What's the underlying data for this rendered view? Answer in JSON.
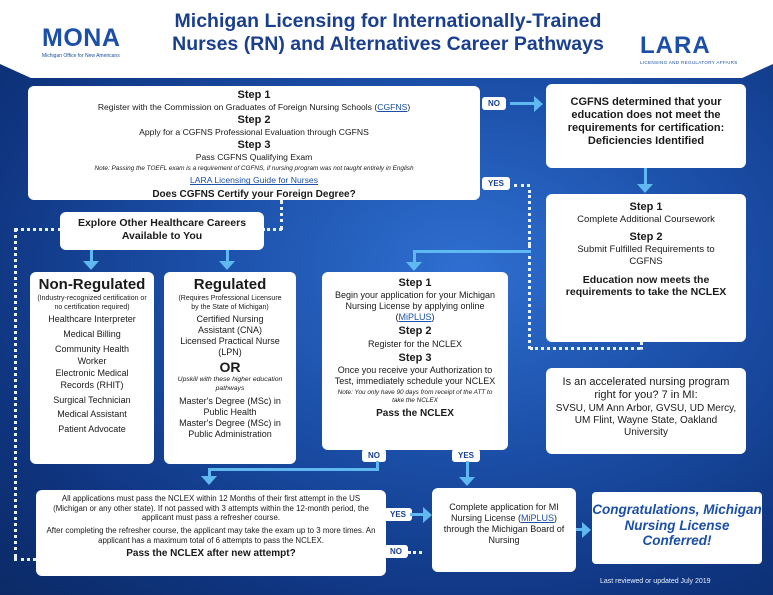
{
  "header": {
    "title": "Michigan Licensing for Internationally-Trained Nurses (RN) and Alternatives Career Pathways",
    "mona_logo": "MONA",
    "mona_sub": "Michigan Office for New Americans",
    "lara_logo": "LARA",
    "lara_sub": "LICENSING AND REGULATORY AFFAIRS"
  },
  "cgfns": {
    "step1_label": "Step 1",
    "step1_text": "Register with the Commission on Graduates of Foreign Nursing Schools (",
    "step1_link": "CGFNS",
    "step1_end": ")",
    "step2_label": "Step 2",
    "step2_text": "Apply for a CGFNS Professional Evaluation through CGFNS",
    "step3_label": "Step 3",
    "step3_text": "Pass CGFNS Qualifying Exam",
    "note": "Note: Passing the TOEFL exam is a requirement of CGFNS, if nursing program was not taught entirely in English",
    "guide_link": "LARA Licensing Guide for Nurses",
    "question": "Does CGFNS Certify your Foreign Degree?"
  },
  "labels": {
    "no": "NO",
    "yes": "YES"
  },
  "deficiency": {
    "text": "CGFNS determined that your education does not meet the requirements for certification: Deficiencies Identified"
  },
  "additional": {
    "step1_label": "Step 1",
    "step1_text": "Complete Additional Coursework",
    "step2_label": "Step 2",
    "step2_text": "Submit Fulfilled Requirements to CGFNS",
    "result": "Education now meets the requirements to take the NCLEX"
  },
  "explore": {
    "text": "Explore Other Healthcare Careers Available to You"
  },
  "non_regulated": {
    "heading": "Non-Regulated",
    "sub": "(Industry-recognized certification or no certification required)",
    "items": [
      "Healthcare Interpreter",
      "Medical Billing",
      "Community Health Worker",
      "Electronic Medical Records (RHIT)",
      "Surgical Technician",
      "Medical Assistant",
      "Patient Advocate"
    ]
  },
  "regulated": {
    "heading": "Regulated",
    "sub": "(Requires Professional Licensure by the State of Michigan)",
    "items": [
      "Certified Nursing Assistant (CNA)",
      "Licensed Practical Nurse (LPN)"
    ],
    "or": "OR",
    "upskill": "Upskill with these higher education pathways",
    "degrees": [
      "Master's Degree (MSc) in Public Health",
      "Master's Degree (MSc) in Public Administration"
    ]
  },
  "nclex": {
    "step1_label": "Step 1",
    "step1_text": "Begin your application for your Michigan Nursing License by applying online (",
    "step1_link": "MiPLUS",
    "step1_end": ")",
    "step2_label": "Step 2",
    "step2_text": "Register for the NCLEX",
    "step3_label": "Step 3",
    "step3_text": "Once you receive your Authorization to Test, immediately schedule your NCLEX",
    "note": "Note: You only have 90 days from receipt of the ATT to take the NCLEX",
    "question": "Pass the NCLEX"
  },
  "accelerated": {
    "question": "Is an accelerated nursing program right for you? 7 in MI:",
    "schools": "SVSU, UM Ann Arbor, GVSU, UD Mercy, UM Flint, Wayne State, Oakland University"
  },
  "retake": {
    "text1": "All applications must pass the NCLEX within 12 Months of their first attempt in the US (Michigan or any other state). If not passed with 3 attempts within the 12-month period, the applicant must pass a refresher course.",
    "text2": "After completing the refresher course, the applicant may take the exam up to 3 more times. An applicant has a maximum total of 6 attempts to pass the NCLEX.",
    "question": "Pass the NCLEX after new attempt?"
  },
  "complete": {
    "text_a": "Complete application for MI Nursing License (",
    "link": "MiPLUS",
    "text_b": ") through the Michigan Board of Nursing"
  },
  "congrats": {
    "text": "Congratulations, Michigan Nursing License Conferred!"
  },
  "footer": {
    "text": "Last reviewed or updated July 2019"
  },
  "colors": {
    "navy": "#1b3f8f",
    "arrow": "#5fb8f0",
    "background": "#1b4fa8"
  }
}
